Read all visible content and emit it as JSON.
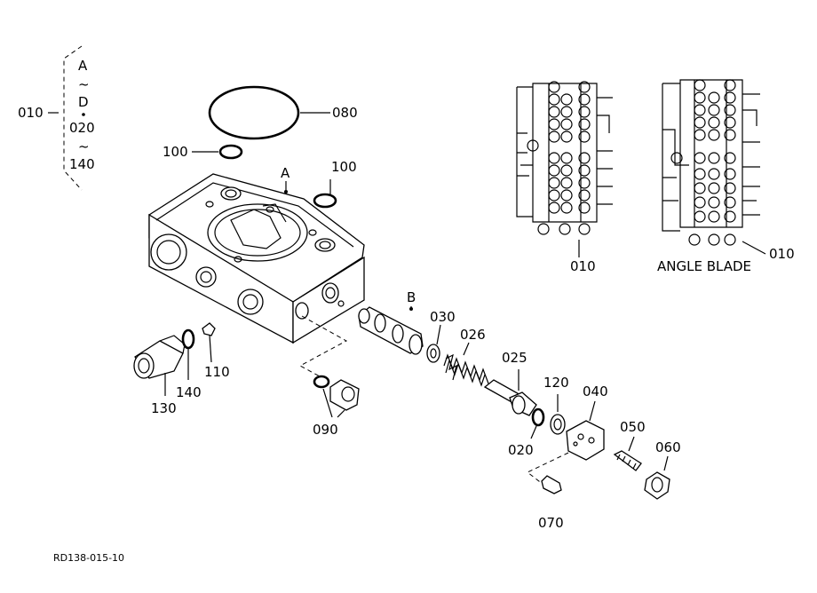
{
  "group_label": {
    "main": "010",
    "lines": [
      "A",
      "~",
      "D",
      "020",
      "~",
      "140"
    ]
  },
  "callouts": {
    "p080": "080",
    "p100a": "100",
    "p100b": "100",
    "pA": "A",
    "pB": "B",
    "p030": "030",
    "p026": "026",
    "p025": "025",
    "p120": "120",
    "p040": "040",
    "p050": "050",
    "p060": "060",
    "p020": "020",
    "p070": "070",
    "p110": "110",
    "p140": "140",
    "p130": "130",
    "p090": "090"
  },
  "inset_left": {
    "label": "010"
  },
  "inset_right": {
    "label": "010",
    "caption": "ANGLE BLADE"
  },
  "drawing_code": "RD138-015-10"
}
